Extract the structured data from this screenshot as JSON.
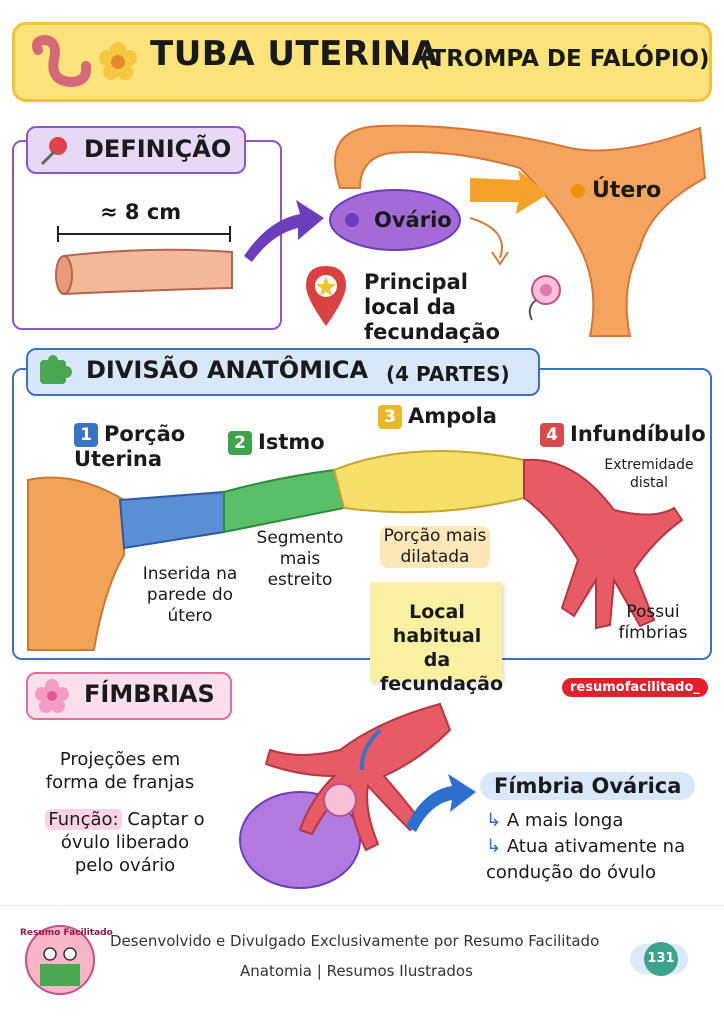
{
  "header": {
    "title": "TUBA UTERINA",
    "subtitle": "(TROMPA DE FALÓPIO)"
  },
  "definicao": {
    "heading": "DEFINIÇÃO",
    "length": "≈ 8 cm",
    "ovario": "Ovário",
    "utero": "Útero",
    "fecundacao": "Principal local da fecundação"
  },
  "divisao": {
    "heading": "DIVISÃO ANATÔMICA",
    "heading_suffix": "(4 PARTES)",
    "parts": [
      {
        "num": "1",
        "name": "Porção Uterina",
        "color": "#3a72c4"
      },
      {
        "num": "2",
        "name": "Istmo",
        "color": "#3ea24e"
      },
      {
        "num": "3",
        "name": "Ampola",
        "color": "#e9b82a"
      },
      {
        "num": "4",
        "name": "Infundíbulo",
        "color": "#d9484a"
      }
    ],
    "note_uterina": "Inserida na parede do útero",
    "note_istmo": "Segmento mais estreito",
    "note_ampola": "Porção mais dilatada",
    "note_local": "Local habitual da fecundação",
    "note_distal": "Extremidade distal",
    "note_fimbrias": "Possui fímbrias"
  },
  "fimbrias": {
    "heading": "FÍMBRIAS",
    "desc": "Projeções em forma de franjas",
    "funcao_label": "Função:",
    "funcao_text": "Captar o óvulo liberado pelo ovário",
    "ovarica_title": "Fímbria Ovárica",
    "ovarica_items": [
      "A mais longa",
      "Atua ativamente na condução do óvulo"
    ]
  },
  "brand_tag": "resumofacilitado_",
  "footer": {
    "logo_text": "Resumo Facilitado",
    "line1": "Desenvolvido e Divulgado Exclusivamente por Resumo Facilitado",
    "line2": "Anatomia | Resumos Ilustrados",
    "page_number": "131"
  },
  "colors": {
    "purple": "#8b56c8",
    "blue": "#3a72c4",
    "pink": "#e06da0",
    "yellow": "#fbe27a"
  }
}
